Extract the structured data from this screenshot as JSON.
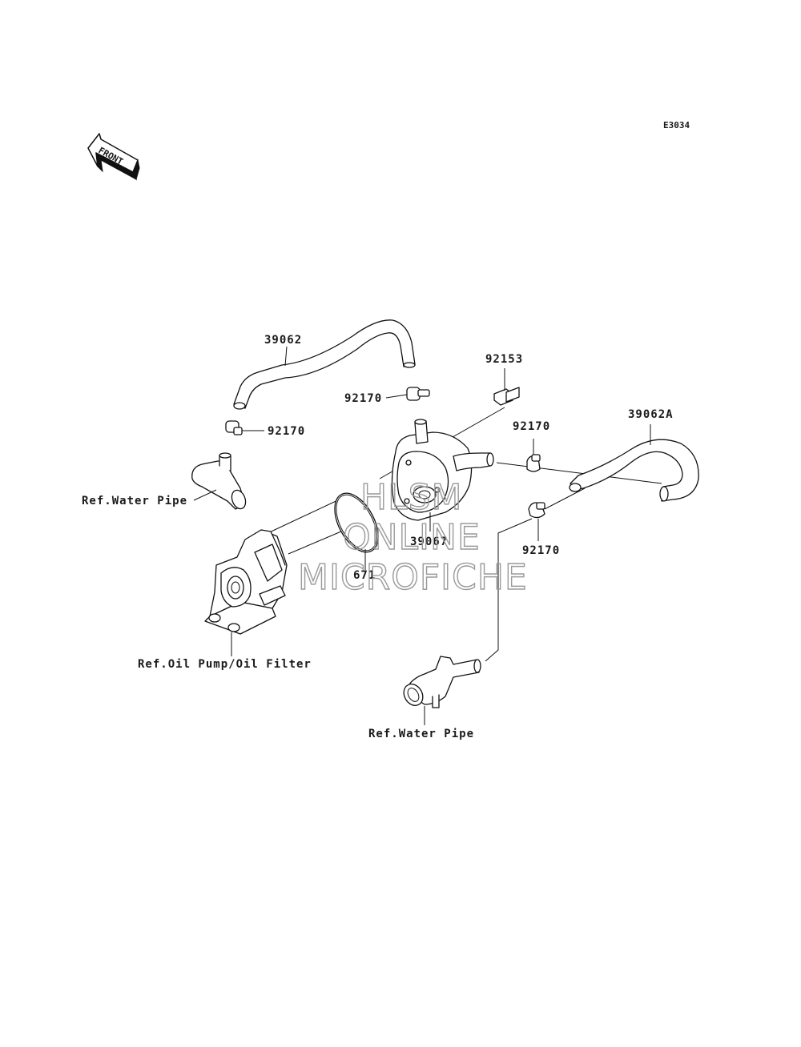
{
  "diagram": {
    "code": "E3034",
    "front_label": "FRONT",
    "colors": {
      "line": "#111111",
      "background": "#ffffff",
      "watermark": "#9a9a9a"
    },
    "parts": {
      "hose_upper": "39062",
      "bolt": "92153",
      "clamp_top": "92170",
      "clamp_left": "92170",
      "clamp_right_upper": "92170",
      "clamp_right_lower": "92170",
      "hose_right": "39062A",
      "oil_cooler": "39067",
      "o_ring": "671"
    },
    "references": {
      "water_pipe_left": "Ref.Water Pipe",
      "oil_pump": "Ref.Oil Pump/Oil Filter",
      "water_pipe_bottom": "Ref.Water Pipe"
    },
    "watermark": {
      "line1": "HLSM",
      "line2": "ONLINE",
      "line3": "MICROFICHE"
    }
  }
}
